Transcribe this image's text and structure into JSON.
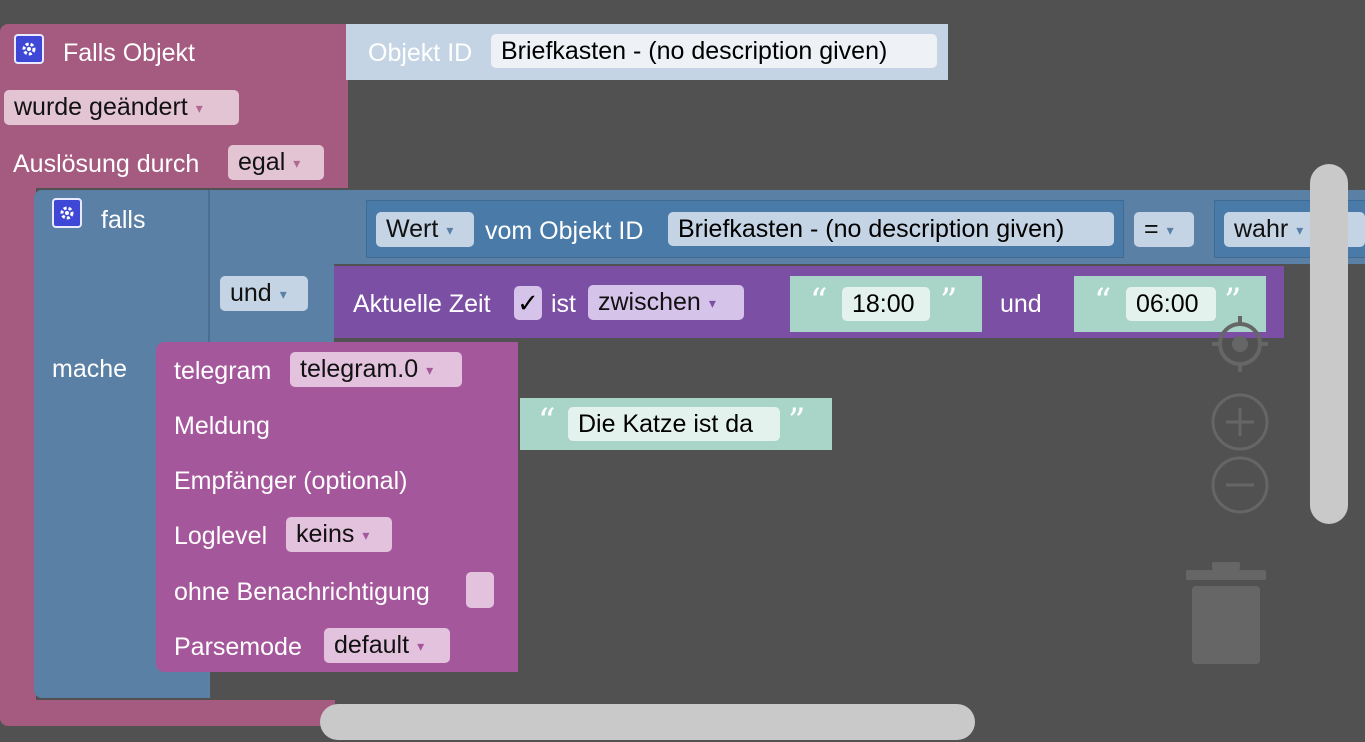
{
  "event_block": {
    "title": "Falls Objekt",
    "trigger_value": "wurde geändert",
    "trigger_label": "Auslösung durch",
    "trigger_by_value": "egal",
    "object_id_label": "Objekt ID",
    "object_id_value": "Briefkasten - (no description given)"
  },
  "if_block": {
    "if_label": "falls",
    "do_label": "mache",
    "logic_operator": "und",
    "compare": {
      "prop": "Wert",
      "label": "vom Objekt ID",
      "object_value": "Briefkasten - (no description given)",
      "operator": "=",
      "right_value": "wahr"
    },
    "time": {
      "label": "Aktuelle Zeit",
      "check": "✓",
      "ist_label": "ist",
      "mode": "zwischen",
      "from": "18:00",
      "and_label": "und",
      "to": "06:00"
    }
  },
  "telegram_block": {
    "label": "telegram",
    "instance": "telegram.0",
    "message_label": "Meldung",
    "message_value": "Die Katze ist da",
    "recipient_label": "Empfänger (optional)",
    "loglevel_label": "Loglevel",
    "loglevel_value": "keins",
    "silent_label": "ohne Benachrichtigung",
    "parsemode_label": "Parsemode",
    "parsemode_value": "default"
  },
  "quotes": {
    "open": "“",
    "close": "”"
  },
  "dropdown_arrow": "▾",
  "colors": {
    "background": "#515151",
    "event_block": "#a55b80",
    "logic_block": "#5b80a5",
    "time_block": "#7a4fa4",
    "telegram_block": "#a5579b",
    "text_block": "#a8d5c8"
  }
}
